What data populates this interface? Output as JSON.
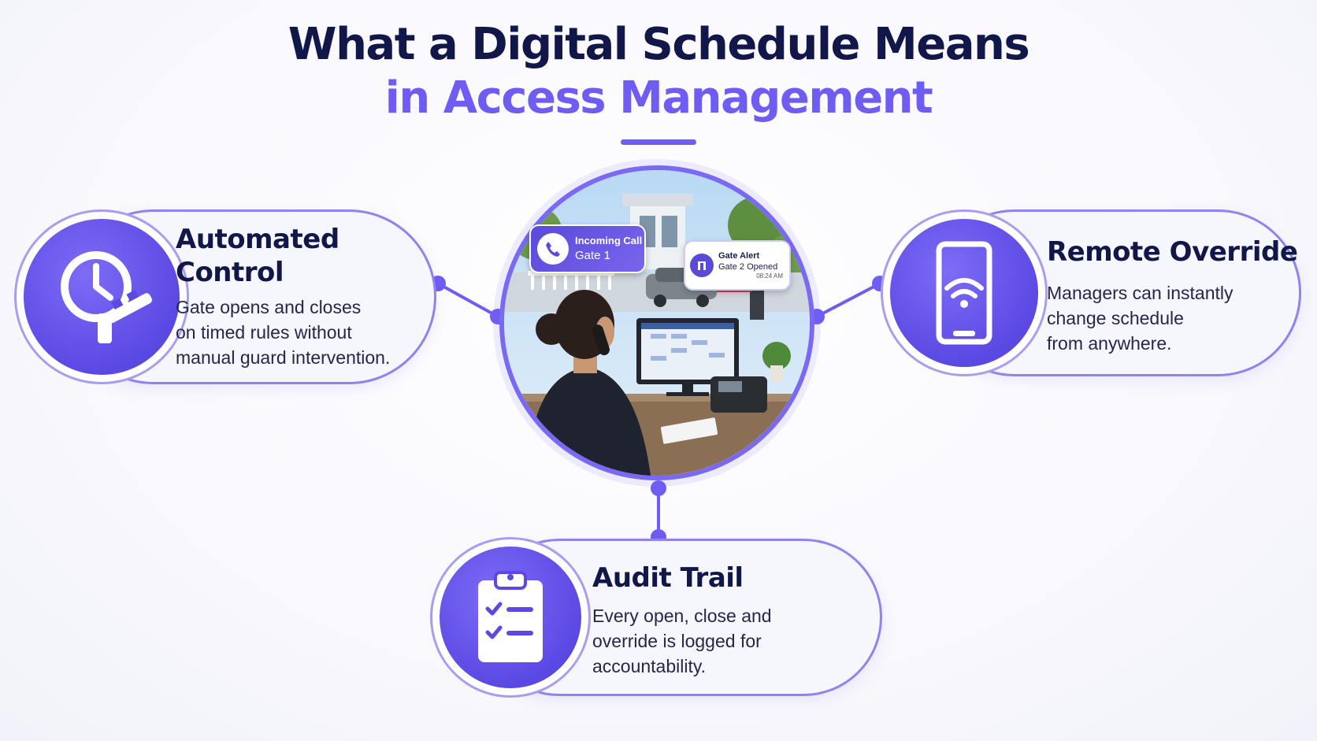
{
  "header": {
    "title_line1": "What a Digital Schedule Means",
    "title_line2": "in Access Management"
  },
  "colors": {
    "navy": "#12174a",
    "accent": "#6f5cf2",
    "icon_fill": "#5b49e4",
    "card_bg": "#f6f6fd",
    "card_border": "#8f83ee"
  },
  "center": {
    "call_notification": {
      "title": "Incoming Call",
      "subtitle": "Gate 1"
    },
    "alert_notification": {
      "title": "Gate Alert",
      "subtitle": "Gate 2 Opened",
      "time": "08:24 AM"
    }
  },
  "cards": {
    "automated": {
      "icon": "clock-gate-barrier-icon",
      "title_line1": "Automated",
      "title_line2": "Control",
      "desc_line1": "Gate opens and closes",
      "desc_line2": "on timed rules without",
      "desc_line3": "manual guard intervention."
    },
    "remote": {
      "icon": "smartphone-wireless-icon",
      "title": "Remote Override",
      "desc_line1": "Managers can instantly",
      "desc_line2": "change schedule",
      "desc_line3": "from anywhere."
    },
    "audit": {
      "icon": "clipboard-checklist-icon",
      "title": "Audit Trail",
      "desc_line1": "Every open, close and",
      "desc_line2": "override is logged for",
      "desc_line3": "accountability."
    }
  }
}
